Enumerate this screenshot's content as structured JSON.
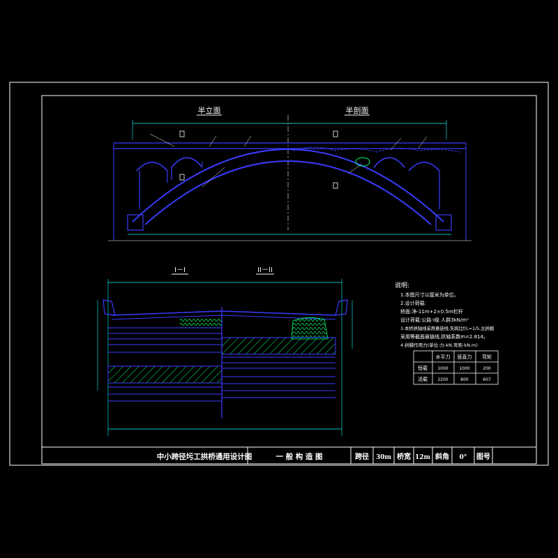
{
  "views": {
    "half_elevation": "半立面",
    "half_section": "半剖面",
    "section_1": "I－I",
    "section_2": "II－II"
  },
  "notes": {
    "heading": "说明:",
    "lines": [
      "1.本图尺寸以厘米为单位。",
      "2.设计荷载:",
      "  桥面:净-11m+2×0.5m栏杆",
      "  设计荷载:公路-I级  人群3kN/m²",
      "3.本桥拱轴线采用悬链线,矢跨比f/L=1/5,主拱圈",
      "  采用等截面悬链线,拱轴系数m=2.814。",
      "4.拱脚作用力(单位:力-kN,弯矩-kN.m)"
    ]
  },
  "force_table": {
    "headers": [
      "水平力",
      "竖直力",
      "弯矩"
    ],
    "rows": [
      {
        "name": "恒载",
        "values": [
          "1000",
          "1000",
          "200"
        ]
      },
      {
        "name": "活载",
        "values": [
          "2200",
          "800",
          "607"
        ]
      }
    ]
  },
  "title_block": {
    "project": "中小跨径圬工拱桥通用设计图",
    "drawing": "一 般 构 造 图",
    "span_label": "跨径",
    "span_value": "30m",
    "width_label": "桥宽",
    "width_value": "12m",
    "skew_label": "斜角",
    "skew_value": "0°",
    "sheet_label": "图号",
    "sheet_value": ""
  },
  "colors": {
    "structure": "#3b3bff",
    "dimension": "#00ffff",
    "hatch": "#00ff66",
    "text": "#ffffff",
    "frame": "#ffffff"
  }
}
